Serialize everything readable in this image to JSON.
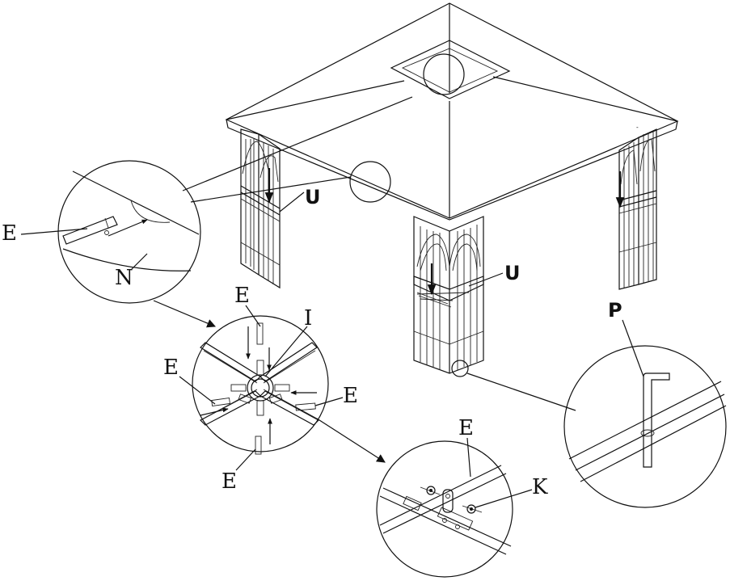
{
  "labels": {
    "E_left": "E",
    "N": "N",
    "U_left": "U",
    "U_center": "U",
    "P": "P",
    "E_top": "E",
    "I": "I",
    "E_mid_left": "E",
    "E_right": "E",
    "E_bottom": "E",
    "E_lower": "E",
    "K": "K"
  },
  "colors": {
    "line": "#111111",
    "background": "#ffffff"
  },
  "icons": [
    "gazebo-roof",
    "corner-panel",
    "detail-circle",
    "hub-connector",
    "pin-icon",
    "arrow-icon"
  ]
}
